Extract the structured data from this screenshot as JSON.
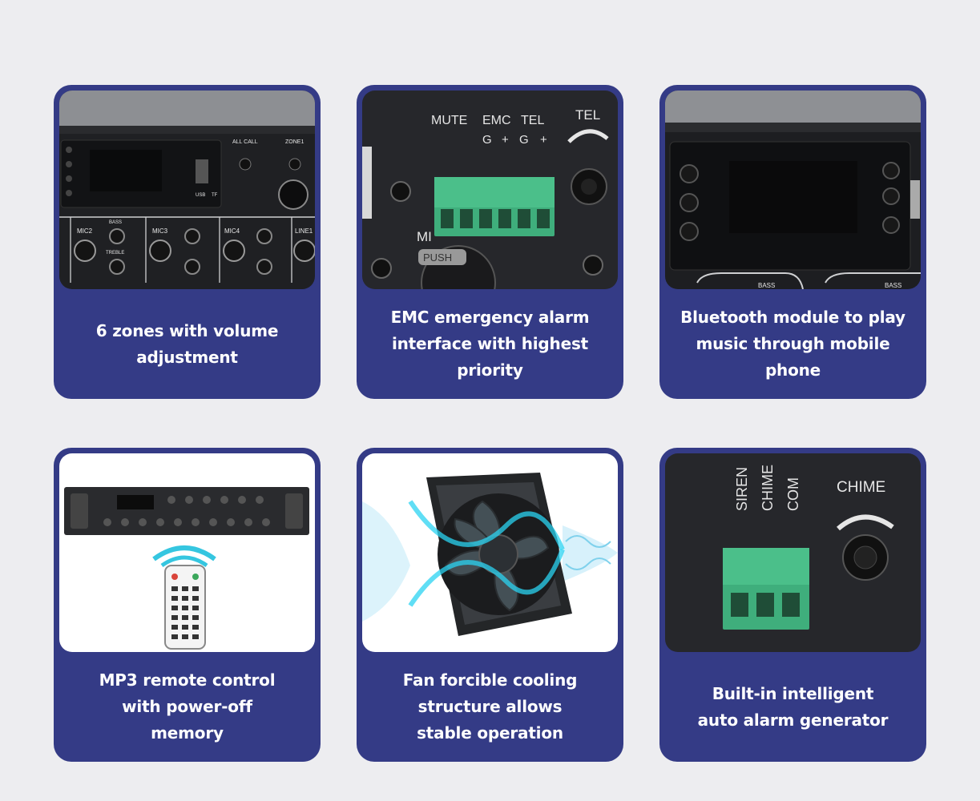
{
  "features": [
    {
      "caption": "6 zones with volume adjustment",
      "image_icon": "amplifier-front-panel-icon",
      "panel_labels": [
        "ALL CALL",
        "ZONE1",
        "USB",
        "TF",
        "MIC2",
        "MIC3",
        "MIC4",
        "LINE1",
        "BASS",
        "TREBLE"
      ]
    },
    {
      "caption": "EMC emergency alarm interface with highest priority",
      "image_icon": "terminal-block-icon",
      "panel_labels": [
        "MUTE",
        "EMC",
        "TEL",
        "G",
        "+",
        "G",
        "+",
        "TEL",
        "MI",
        "PUSH"
      ]
    },
    {
      "caption": "Bluetooth module to play music through mobile phone",
      "image_icon": "bluetooth-module-icon",
      "panel_labels": [
        "BASS",
        "BASS"
      ]
    },
    {
      "caption": "MP3 remote control with power-off memory",
      "image_icon": "remote-control-icon",
      "panel_labels": []
    },
    {
      "caption": "Fan forcible cooling structure allows stable operation",
      "image_icon": "cooling-fan-icon",
      "panel_labels": []
    },
    {
      "caption": "Built-in intelligent auto alarm generator",
      "image_icon": "chime-terminal-icon",
      "panel_labels": [
        "SIREN",
        "CHIME",
        "COM",
        "CHIME"
      ]
    }
  ],
  "colors": {
    "card": "#343b86",
    "background": "#ededf0",
    "terminal": "#3fae7c"
  }
}
